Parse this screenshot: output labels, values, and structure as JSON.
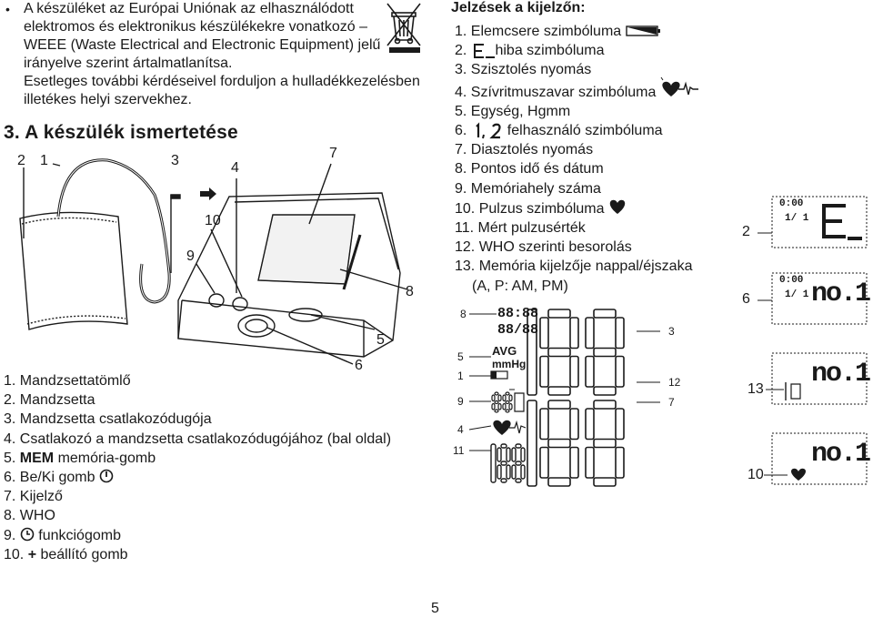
{
  "intro": {
    "bullet": "•",
    "text": "A készüléket az Európai Uniónak az elhasználódott\nelektromos és elektronikus készülékekre vonatkozó –\nWEEE (Waste Electrical and Electronic Equipment) jelű\nirányelve szerint ártalmatlanítsa.\nEsetleges további kérdéseivel forduljon a hulladékkezelésben\nilletékes helyi szervekhez."
  },
  "section_title": "3. A készülék ismertetése",
  "device_callouts": [
    "2",
    "1",
    "3",
    "4",
    "7",
    "10",
    "9",
    "8",
    "5",
    "6"
  ],
  "parts": [
    {
      "pre": "1. ",
      "text": "Mandzsettatömlő"
    },
    {
      "pre": "2. ",
      "text": "Mandzsetta"
    },
    {
      "pre": "3. ",
      "text": "Mandzsetta csatlakozódugója"
    },
    {
      "pre": "4. ",
      "text": "Csatlakozó a mandzsetta csatlakozódugójához (bal oldal)"
    },
    {
      "pre": "5. ",
      "bold": "MEM",
      "text": " memória-gomb"
    },
    {
      "pre": "6. ",
      "text": "Be/Ki gomb"
    },
    {
      "pre": "7. ",
      "text": "Kijelző"
    },
    {
      "pre": "8. ",
      "text": "WHO"
    },
    {
      "pre": "9. ",
      "text": " funkciógomb"
    },
    {
      "pre": "10. ",
      "bold": "+",
      "text": " beállító gomb"
    }
  ],
  "display_heading": "Jelzések a kijelzőn:",
  "display_items": [
    "1. Elemcsere szimbóluma",
    "2.       hiba szimbóluma",
    "3. Szisztolés nyomás",
    "4. Szívritmuszavar szimbóluma",
    "5. Egység, Hgmm",
    "6.          felhasználó szimbóluma",
    "7. Diasztolés nyomás",
    "8. Pontos idő és dátum",
    "9. Memóriahely száma",
    "10. Pulzus szimbóluma",
    "11. Mért pulzusérték",
    "12. WHO szerinti besorolás",
    "13. Memória kijelzője nappal/éjszaka",
    "(A, P: AM, PM)"
  ],
  "lcd": {
    "time": "88:88",
    "date": "88/88",
    "avg": "AVG",
    "unit": "mmHg",
    "callouts": [
      "8",
      "5",
      "1",
      "9",
      "4",
      "11",
      "3",
      "12",
      "7"
    ]
  },
  "side_panels": [
    {
      "label": "2",
      "time": "0:00",
      "date": "1/ 1",
      "code": "E_"
    },
    {
      "label": "6",
      "time": "0:00",
      "date": "1/ 1",
      "code": "no.1"
    },
    {
      "label": "13",
      "code": "no.1"
    },
    {
      "label": "10",
      "code": "no.1"
    }
  ],
  "page_number": "5",
  "colors": {
    "ink": "#1a1a1a",
    "paper": "#ffffff",
    "device_fill": "#e8e8e8"
  }
}
